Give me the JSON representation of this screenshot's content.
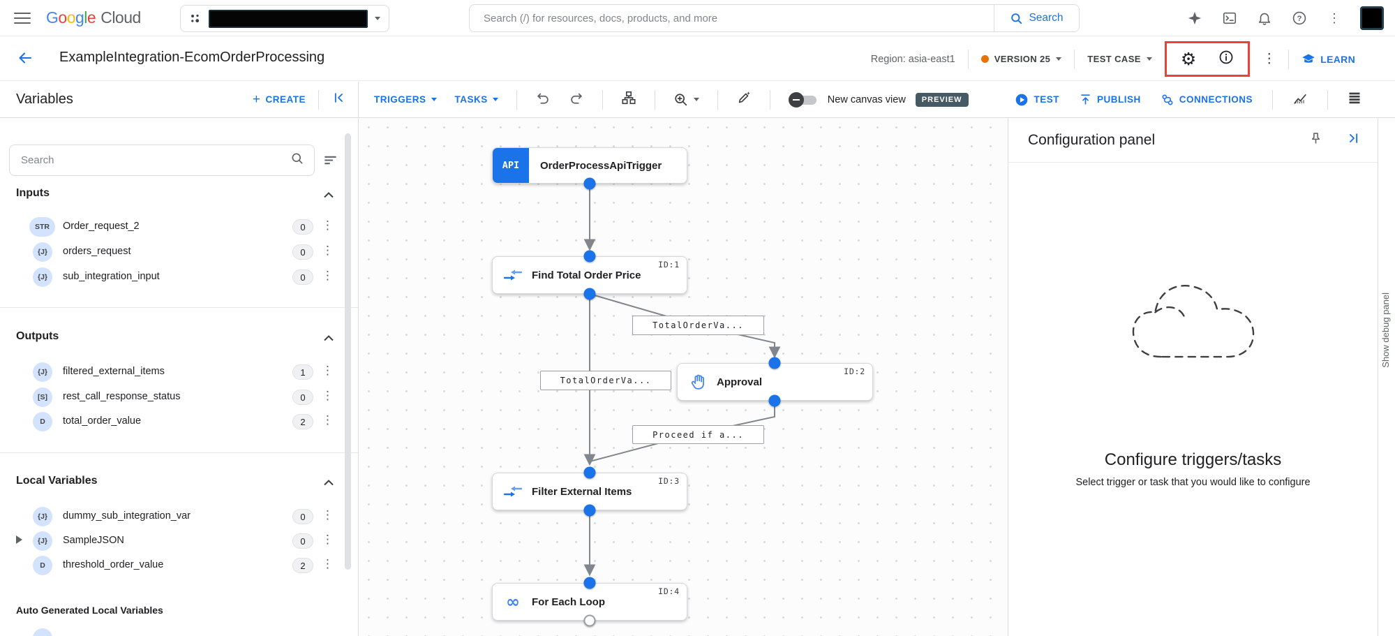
{
  "topbar": {
    "logo_letters": [
      {
        "ch": "G"
      },
      {
        "ch": "o"
      },
      {
        "ch": "o"
      },
      {
        "ch": "g"
      },
      {
        "ch": "l"
      },
      {
        "ch": "e"
      }
    ],
    "logo_cloud": "Cloud",
    "search_placeholder": "Search (/) for resources, docs, products, and more",
    "search_button": "Search"
  },
  "header": {
    "title": "ExampleIntegration-EcomOrderProcessing",
    "region": "Region: asia-east1",
    "version_label": "VERSION 25",
    "test_case_label": "TEST CASE",
    "learn_label": "LEARN"
  },
  "toolbar": {
    "panel_title": "Variables",
    "create_label": "CREATE",
    "triggers_label": "TRIGGERS",
    "tasks_label": "TASKS",
    "canvas_toggle_label": "New canvas view",
    "preview_badge": "PREVIEW",
    "test_label": "TEST",
    "publish_label": "PUBLISH",
    "connections_label": "CONNECTIONS"
  },
  "sidebar": {
    "search_placeholder": "Search",
    "sections": [
      {
        "title": "Inputs",
        "items": [
          {
            "type": "STR",
            "name": "Order_request_2",
            "count": "0"
          },
          {
            "type": "{J}",
            "name": "orders_request",
            "count": "0"
          },
          {
            "type": "{J}",
            "name": "sub_integration_input",
            "count": "0"
          }
        ]
      },
      {
        "title": "Outputs",
        "items": [
          {
            "type": "{J}",
            "name": "filtered_external_items",
            "count": "1"
          },
          {
            "type": "[S]",
            "name": "rest_call_response_status",
            "count": "0"
          },
          {
            "type": "D",
            "name": "total_order_value",
            "count": "2"
          }
        ]
      },
      {
        "title": "Local Variables",
        "items": [
          {
            "type": "{J}",
            "name": "dummy_sub_integration_var",
            "count": "0"
          },
          {
            "type": "{J}",
            "name": "SampleJSON",
            "count": "0"
          },
          {
            "type": "D",
            "name": "threshold_order_value",
            "count": "2"
          }
        ]
      }
    ],
    "auto_generated_title": "Auto Generated Local Variables"
  },
  "canvas": {
    "trigger": {
      "icon_text": "API",
      "label": "OrderProcessApiTrigger"
    },
    "nodes": [
      {
        "id": "ID:1",
        "label": "Find Total Order Price"
      },
      {
        "id": "ID:2",
        "label": "Approval"
      },
      {
        "id": "ID:3",
        "label": "Filter External Items"
      },
      {
        "id": "ID:4",
        "label": "For Each Loop"
      }
    ],
    "edge_labels": [
      "TotalOrderVa...",
      "TotalOrderVa...",
      "Proceed if a..."
    ]
  },
  "config_panel": {
    "title": "Configuration panel",
    "heading": "Configure triggers/tasks",
    "subheading": "Select trigger or task that you would like to configure"
  },
  "debug": {
    "label": "Show debug panel"
  },
  "colors": {
    "accent": "#1a73e8",
    "node_icon_blue": "#4285f4",
    "version_dot": "#e8710a",
    "alert_box_red": "#ea4335",
    "preview_badge_bg": "#455a64"
  }
}
